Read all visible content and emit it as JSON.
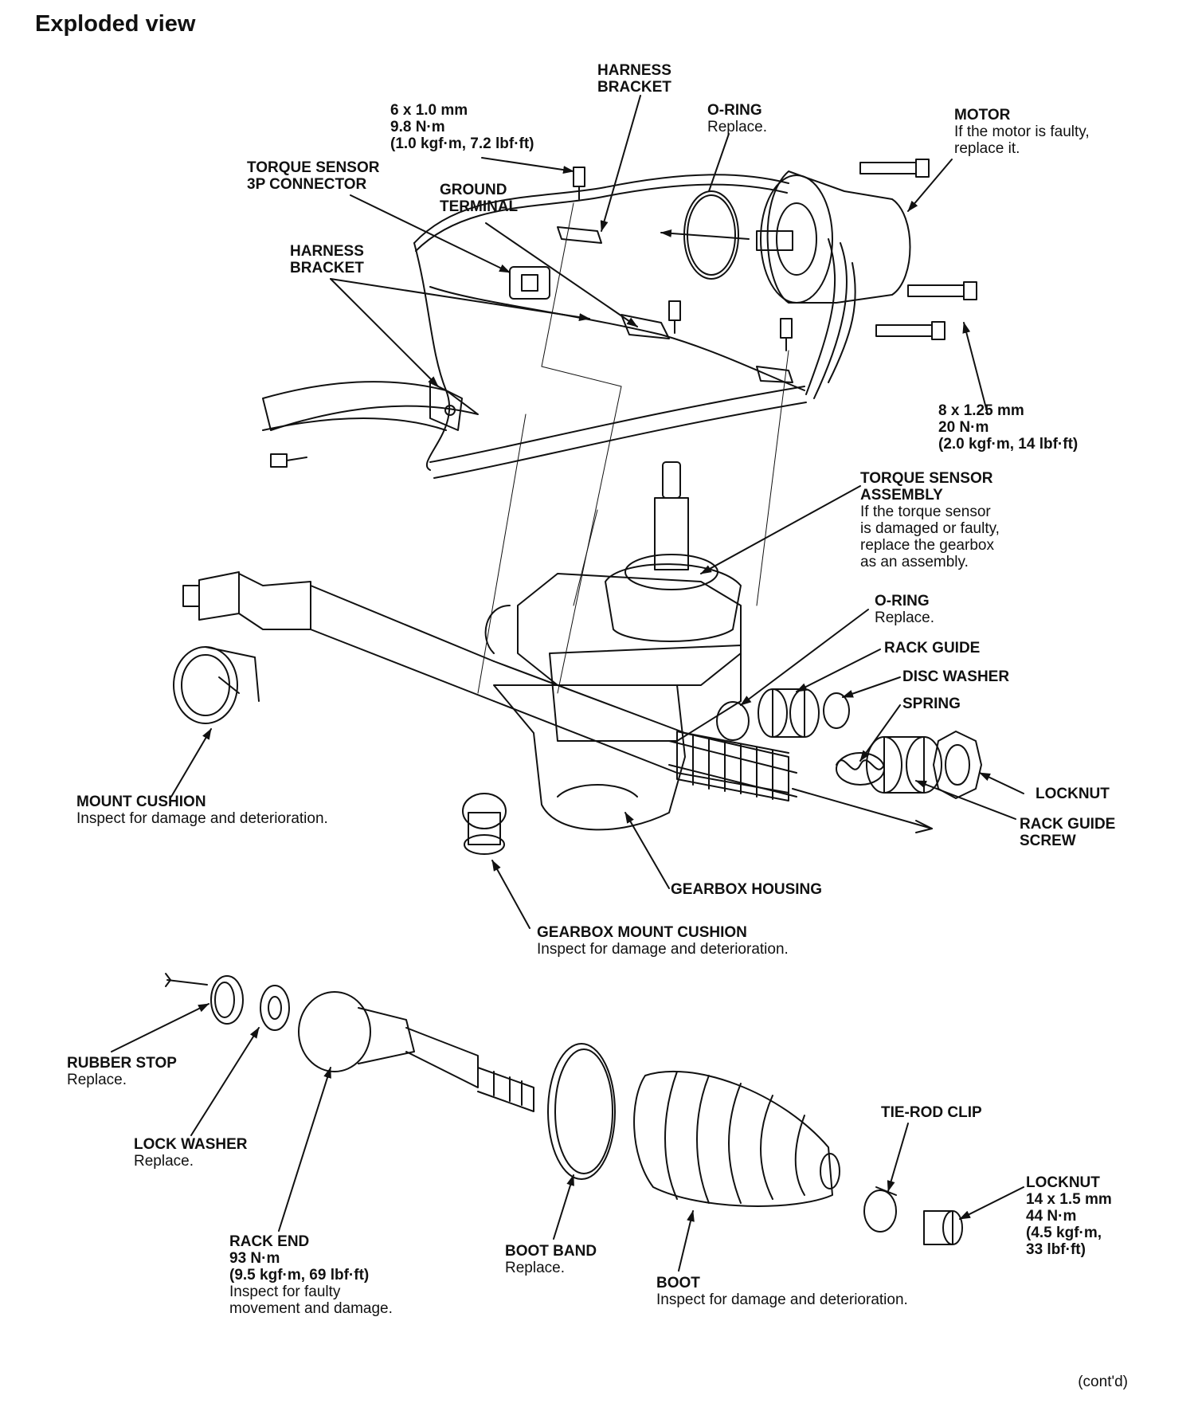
{
  "title": "Exploded view",
  "footer": "(cont'd)",
  "callouts": {
    "harness_bracket_top": {
      "lines": [
        "HARNESS",
        "BRACKET"
      ],
      "notes": []
    },
    "bolt_6x1": {
      "lines": [
        "6 x 1.0 mm",
        "9.8 N·m",
        "(1.0 kgf·m, 7.2 lbf·ft)"
      ],
      "notes": []
    },
    "o_ring_top": {
      "lines": [
        "O-RING"
      ],
      "notes": [
        "Replace."
      ]
    },
    "motor": {
      "lines": [
        "MOTOR"
      ],
      "notes": [
        "If the motor is faulty,",
        "replace it."
      ]
    },
    "torque_sensor_connector": {
      "lines": [
        "TORQUE SENSOR",
        "3P CONNECTOR"
      ],
      "notes": []
    },
    "ground_terminal": {
      "lines": [
        "GROUND",
        "TERMINAL"
      ],
      "notes": []
    },
    "harness_bracket_left": {
      "lines": [
        "HARNESS",
        "BRACKET"
      ],
      "notes": []
    },
    "bolt_8x125": {
      "lines": [
        "8 x 1.25 mm",
        "20 N·m",
        "(2.0 kgf·m, 14 lbf·ft)"
      ],
      "notes": []
    },
    "torque_sensor_assembly": {
      "lines": [
        "TORQUE SENSOR",
        "ASSEMBLY"
      ],
      "notes": [
        "If the torque sensor",
        "is damaged or faulty,",
        "replace the gearbox",
        "as an assembly."
      ]
    },
    "o_ring_mid": {
      "lines": [
        "O-RING"
      ],
      "notes": [
        "Replace."
      ]
    },
    "rack_guide": {
      "lines": [
        "RACK GUIDE"
      ],
      "notes": []
    },
    "disc_washer": {
      "lines": [
        "DISC WASHER"
      ],
      "notes": []
    },
    "spring": {
      "lines": [
        "SPRING"
      ],
      "notes": []
    },
    "locknut_mid": {
      "lines": [
        "LOCKNUT"
      ],
      "notes": []
    },
    "rack_guide_screw": {
      "lines": [
        "RACK GUIDE",
        "SCREW"
      ],
      "notes": []
    },
    "mount_cushion": {
      "lines": [
        "MOUNT CUSHION"
      ],
      "notes": [
        "Inspect for damage and deterioration."
      ]
    },
    "gearbox_housing": {
      "lines": [
        "GEARBOX HOUSING"
      ],
      "notes": []
    },
    "gearbox_mount_cushion": {
      "lines": [
        "GEARBOX MOUNT CUSHION"
      ],
      "notes": [
        "Inspect for damage and deterioration."
      ]
    },
    "rubber_stop": {
      "lines": [
        "RUBBER STOP"
      ],
      "notes": [
        "Replace."
      ]
    },
    "lock_washer": {
      "lines": [
        "LOCK WASHER"
      ],
      "notes": [
        "Replace."
      ]
    },
    "rack_end": {
      "lines": [
        "RACK END",
        "93 N·m",
        "(9.5 kgf·m, 69 lbf·ft)"
      ],
      "notes": [
        "Inspect for faulty",
        "movement and damage."
      ]
    },
    "boot_band": {
      "lines": [
        "BOOT BAND"
      ],
      "notes": [
        "Replace."
      ]
    },
    "boot": {
      "lines": [
        "BOOT"
      ],
      "notes": [
        "Inspect for damage and deterioration."
      ]
    },
    "tie_rod_clip": {
      "lines": [
        "TIE-ROD CLIP"
      ],
      "notes": []
    },
    "locknut_bottom": {
      "lines": [
        "LOCKNUT",
        "14 x 1.5 mm",
        "44 N·m",
        "(4.5 kgf·m,",
        "33 lbf·ft)"
      ],
      "notes": []
    }
  }
}
